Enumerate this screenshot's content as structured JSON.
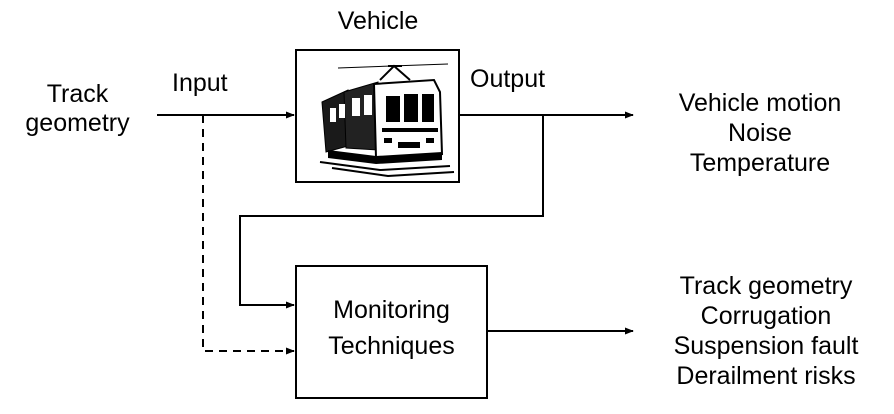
{
  "vehicle": {
    "title": "Vehicle",
    "icon": "train-icon"
  },
  "input_label": "Input",
  "output_label": "Output",
  "track_geometry": [
    "Track",
    "geometry"
  ],
  "vehicle_outputs": [
    "Vehicle motion",
    "Noise",
    "Temperature"
  ],
  "monitoring": {
    "lines": [
      "Monitoring",
      "Techniques"
    ]
  },
  "monitoring_outputs": [
    "Track geometry",
    "Corrugation",
    "Suspension fault",
    "Derailment risks"
  ]
}
